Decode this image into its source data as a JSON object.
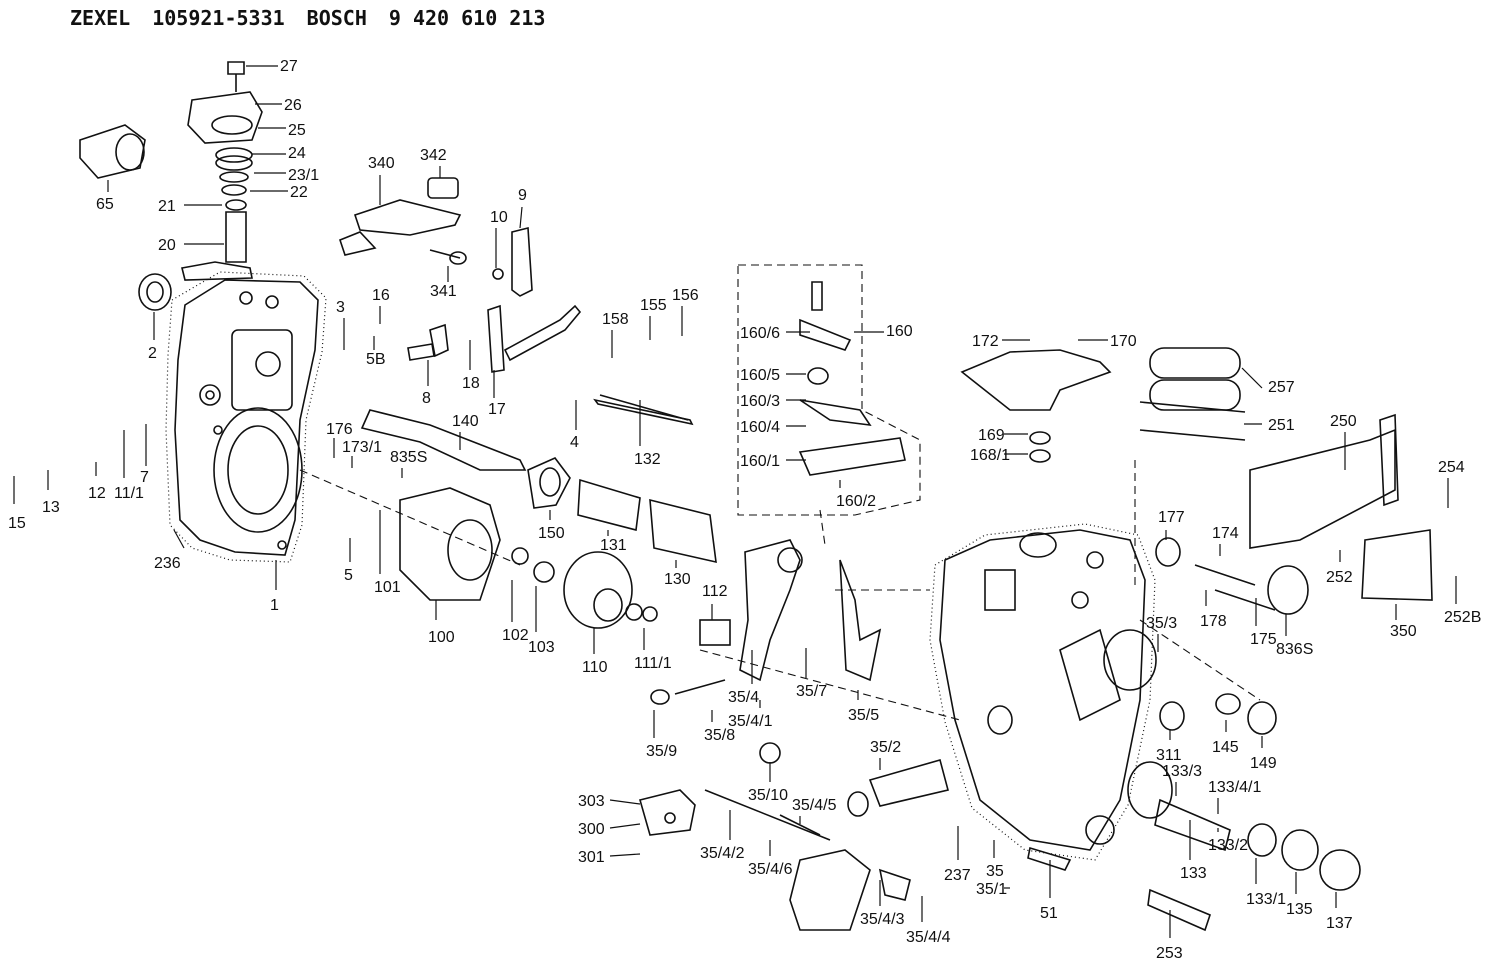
{
  "header": {
    "make_1": "ZEXEL",
    "part_1": "105921-5331",
    "make_2": "BOSCH",
    "part_2": "9 420 610 213"
  },
  "part_labels": [
    "27",
    "26",
    "25",
    "24",
    "23/1",
    "22",
    "21",
    "20",
    "65",
    "340",
    "342",
    "341",
    "9",
    "10",
    "2",
    "3",
    "16",
    "5B",
    "8",
    "18",
    "17",
    "158",
    "155",
    "156",
    "4",
    "132",
    "160",
    "160/6",
    "160/5",
    "160/3",
    "160/4",
    "160/1",
    "160/2",
    "172",
    "170",
    "257",
    "251",
    "169",
    "168/1",
    "250",
    "254",
    "252",
    "252B",
    "350",
    "15",
    "13",
    "12",
    "11/1",
    "7",
    "176",
    "173/1",
    "835S",
    "140",
    "150",
    "131",
    "130",
    "236",
    "1",
    "5",
    "101",
    "100",
    "102",
    "103",
    "110",
    "111/1",
    "112",
    "35/4",
    "35/4/1",
    "35/5",
    "35/7",
    "35/8",
    "35/9",
    "35/10",
    "177",
    "174",
    "178",
    "175",
    "836S",
    "35/3",
    "311",
    "145",
    "149",
    "35/2",
    "133/3",
    "133/4/1",
    "133",
    "133/2",
    "133/1",
    "135",
    "137",
    "303",
    "300",
    "301",
    "35/4/2",
    "35/4/5",
    "35/4/6",
    "35/4/3",
    "35/4/4",
    "237",
    "35",
    "35/1",
    "51",
    "253"
  ],
  "colors": {
    "ink": "#111111",
    "paper": "#ffffff"
  }
}
